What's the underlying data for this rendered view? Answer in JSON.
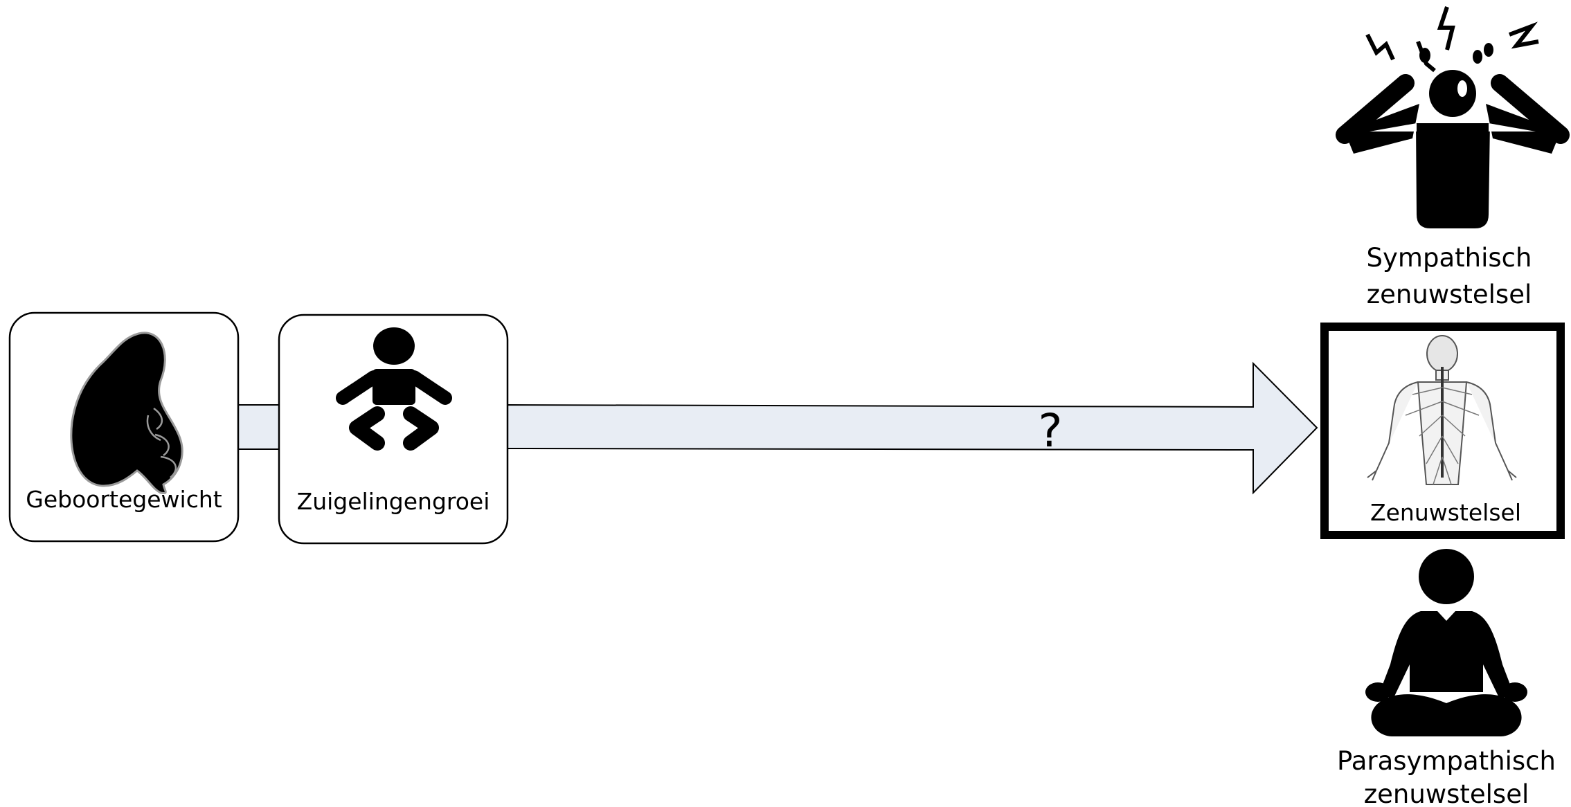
{
  "colors": {
    "background": "#ffffff",
    "arrow_fill": "#e8edf4",
    "stroke": "#000000",
    "icon": "#000000"
  },
  "icons": {
    "birthweight": "fetus-icon",
    "infant_growth": "baby-icon",
    "nervous_system": "nervous-system-icon",
    "sympathetic": "stressed-person-icon",
    "parasympathetic": "meditating-person-icon"
  },
  "nodes": {
    "birthweight": {
      "label": "Geboortegewicht"
    },
    "infant_growth": {
      "label": "Zuigelingengroei"
    },
    "nervous_system": {
      "label": "Zenuwstelsel"
    }
  },
  "arrow": {
    "label": "?"
  },
  "sympathetic": {
    "line1": "Sympathisch",
    "line2": "zenuwstelsel"
  },
  "parasympathetic": {
    "line1": "Parasympathisch",
    "line2": "zenuwstelsel"
  }
}
